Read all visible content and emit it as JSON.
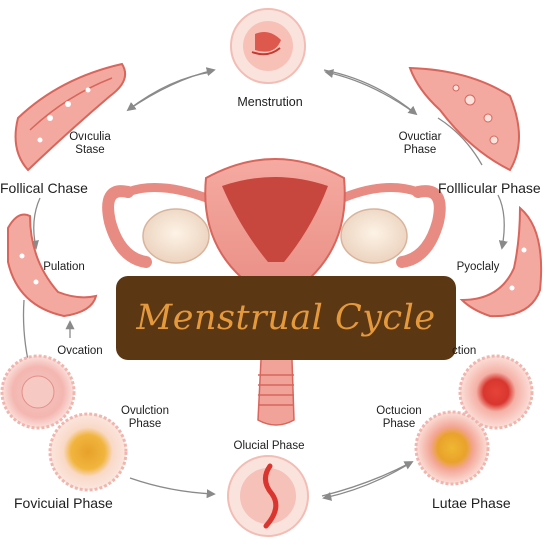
{
  "title": "Menstrual Cycle",
  "labels": {
    "menstruation": "Menstrution",
    "ovular_stase_line1": "Ovıculia",
    "ovular_stase_line2": "Stase",
    "follical_chase": "Follical Chase",
    "ovuctiar_line1": "Ovuctiar",
    "ovuctiar_line2": "Phase",
    "follicular_phase": "Folllicular Phase",
    "pulation": "Pulation",
    "pyoclaly": "Pyoclaly",
    "ovcation": "Ovcation",
    "ction": "ction",
    "ovulction_line1": "Ovulction",
    "ovulction_line2": "Phase",
    "olucial_phase": "Olucial Phase",
    "octucion_line1": "Octucion",
    "octucion_line2": "Phase",
    "fovicuial_phase": "Fovicuial Phase",
    "lutae_phase": "Lutae Phase"
  },
  "colors": {
    "banner_bg": "#5c3714",
    "banner_text": "#e49a3c",
    "tissue": "#f1a39a",
    "tissue_dark": "#d8665c",
    "arrow": "#8a8a8a"
  },
  "icons": [
    "uterus-illustration",
    "ovary-illustration",
    "follicle-illustration",
    "endometrium-illustration",
    "cycle-arrow-icon"
  ]
}
